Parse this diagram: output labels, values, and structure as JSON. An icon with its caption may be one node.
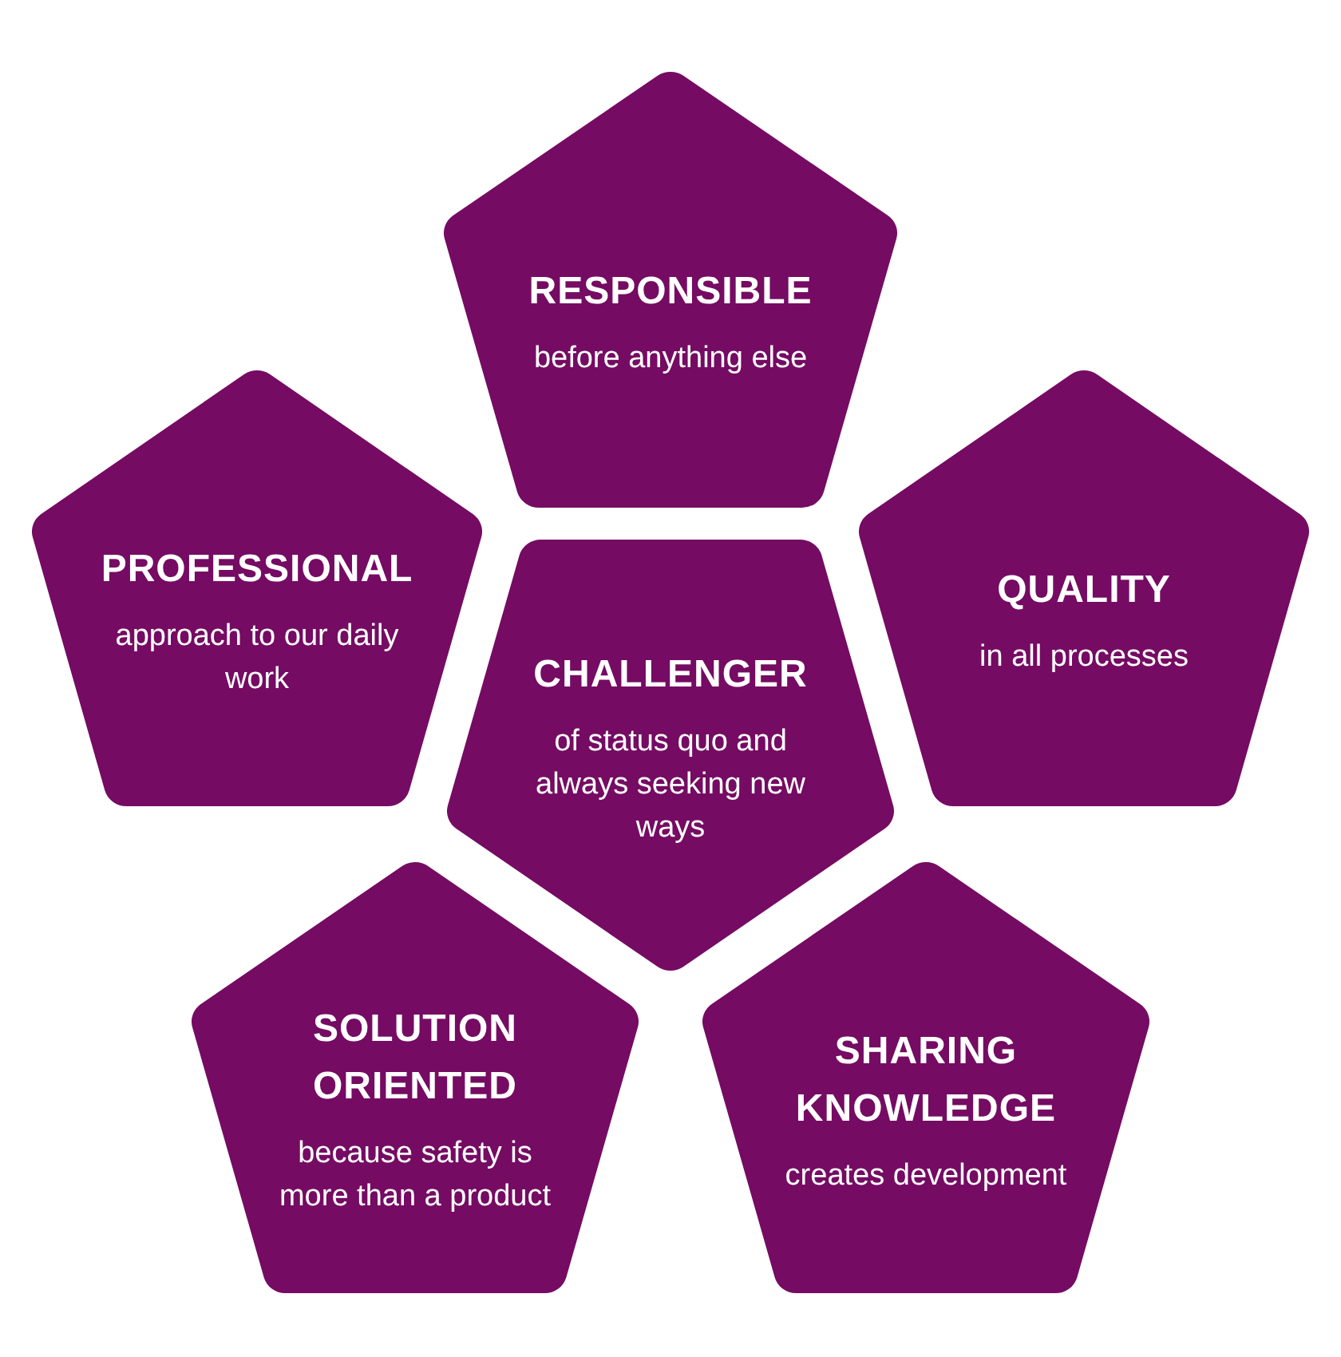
{
  "diagram": {
    "nodes": [
      {
        "text": [
          "RESPONSIBLE",
          "before anything else"
        ]
      },
      {
        "text": [
          "PROFESSIONAL",
          "approach to our daily work"
        ]
      },
      {
        "text": [
          "QUALITY",
          "in all processes"
        ]
      },
      {
        "text": [
          "CHALLENGER",
          "of status quo and always seeking new ways"
        ]
      },
      {
        "text": [
          "SOLUTION ORIENTED",
          "because safety is more than a product"
        ]
      },
      {
        "text": [
          "SHARING KNOWLEDGE",
          "creates development"
        ]
      }
    ]
  }
}
